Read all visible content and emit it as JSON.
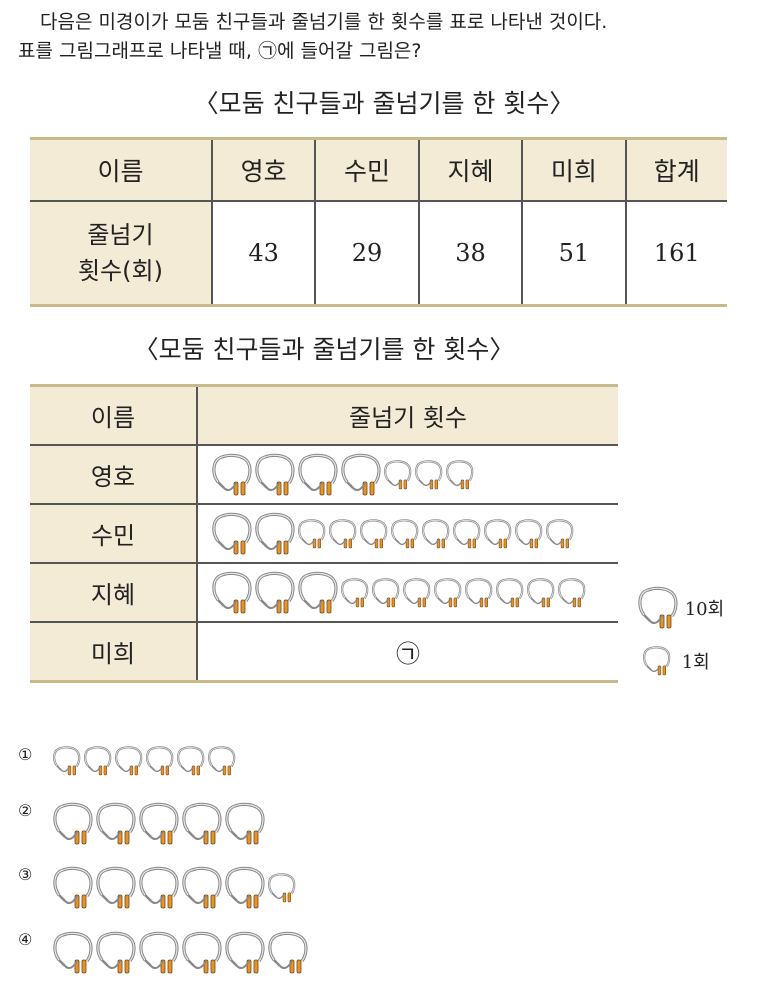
{
  "question": {
    "line1": "다음은 미경이가 모둠 친구들과 줄넘기를 한 횟수를 표로 나타낸 것이다.",
    "line2": "표를 그림그래프로 나타낼 때, ㉠에 들어갈 그림은?"
  },
  "table_title": "〈모둠 친구들과 줄넘기를 한 횟수〉",
  "table": {
    "headers": [
      "이름",
      "영호",
      "수민",
      "지혜",
      "미희",
      "합계"
    ],
    "row_label_line1": "줄넘기",
    "row_label_line2": "횟수(회)",
    "values": [
      "43",
      "29",
      "38",
      "51",
      "161"
    ]
  },
  "graph_title": "〈모둠 친구들과 줄넘기를 한 횟수〉",
  "graph": {
    "headers": [
      "이름",
      "줄넘기 횟수"
    ],
    "rows": [
      {
        "name": "영호",
        "big": 4,
        "small": 3
      },
      {
        "name": "수민",
        "big": 2,
        "small": 9
      },
      {
        "name": "지혜",
        "big": 3,
        "small": 8
      },
      {
        "name": "미희",
        "blank": "㉠"
      }
    ]
  },
  "legend": {
    "big_label": "10회",
    "small_label": "1회"
  },
  "options": [
    {
      "num": "①",
      "big": 0,
      "small": 6
    },
    {
      "num": "②",
      "big": 5,
      "small": 0
    },
    {
      "num": "③",
      "big": 5,
      "small": 1
    },
    {
      "num": "④",
      "big": 6,
      "small": 0
    }
  ],
  "colors": {
    "header_bg": "#f3ebd6",
    "rule": "#c8b98a",
    "rope_handle": "#e8932a"
  }
}
